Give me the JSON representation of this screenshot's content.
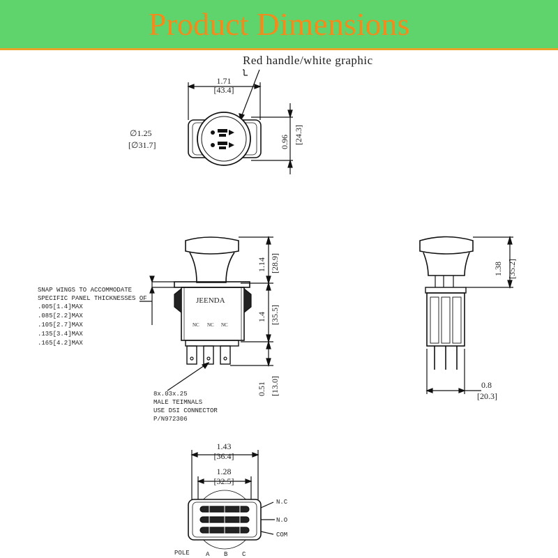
{
  "banner": {
    "title": "Product Dimensions"
  },
  "top_view": {
    "callout": "Red handle/white graphic",
    "width_in": "1.71",
    "width_mm": "[43.4]",
    "diameter_in": "∅1.25",
    "diameter_mm": "[∅31.7]",
    "height_in": "0.96",
    "height_mm": "[24.3]"
  },
  "front_view": {
    "brand": "JEENDA",
    "contacts": [
      "NC",
      "NC",
      "NC"
    ],
    "handle_in": "1.14",
    "handle_mm": "[28.9]",
    "body_in": "1.4",
    "body_mm": "[35.5]",
    "terminal_in": "0.51",
    "terminal_mm": "[13.0]",
    "snap_note": [
      "SNAP WINGS TO ACCOMMODATE",
      "SPECIFIC PANEL THICKNESSES OF",
      ".005[1.4]MAX",
      ".085[2.2]MAX",
      ".105[2.7]MAX",
      ".135[3.4]MAX",
      ".165[4.2]MAX"
    ],
    "terminal_note": [
      "8x.03x.25",
      "MALE TEIMNALS",
      "USE DSI CONNECTOR",
      "P/N972306"
    ]
  },
  "side_view": {
    "height_in": "1.38",
    "height_mm": "[35.2]",
    "depth_in": "0.8",
    "depth_mm": "[20.3]"
  },
  "bottom_view": {
    "outer_in": "1.43",
    "outer_mm": "[36.4]",
    "inner_in": "1.28",
    "inner_mm": "[32.5]",
    "row_labels": [
      "N.C",
      "N.O",
      "COM"
    ],
    "pole_label": "POLE",
    "pole_columns": [
      "A",
      "B",
      "C"
    ]
  }
}
